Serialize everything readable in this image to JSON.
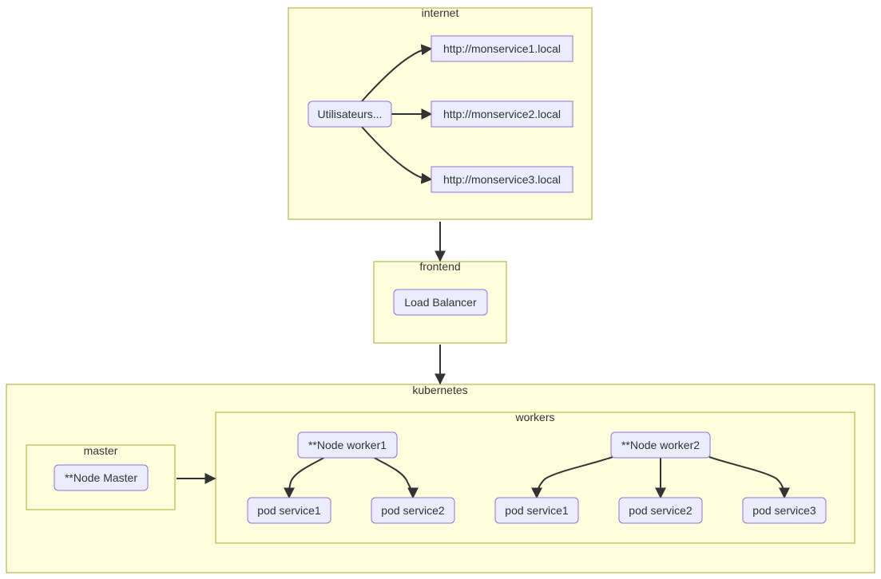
{
  "clusters": {
    "internet": "internet",
    "frontend": "frontend",
    "kubernetes": "kubernetes",
    "master": "master",
    "workers": "workers"
  },
  "nodes": {
    "users": "Utilisateurs...",
    "service1_url": "http://monservice1.local",
    "service2_url": "http://monservice2.local",
    "service3_url": "http://monservice3.local",
    "load_balancer": "Load Balancer",
    "node_master": "**Node Master",
    "node_worker1": "**Node worker1",
    "node_worker2": "**Node worker2",
    "w1_pod_service1": "pod service1",
    "w1_pod_service2": "pod service2",
    "w2_pod_service1": "pod service1",
    "w2_pod_service2": "pod service2",
    "w2_pod_service3": "pod service3"
  },
  "colors": {
    "cluster_fill": "#ffffde",
    "cluster_stroke": "#aaaa33",
    "node_fill": "#ececff",
    "node_stroke": "#9370db",
    "edge": "#333333",
    "text": "#333333"
  }
}
